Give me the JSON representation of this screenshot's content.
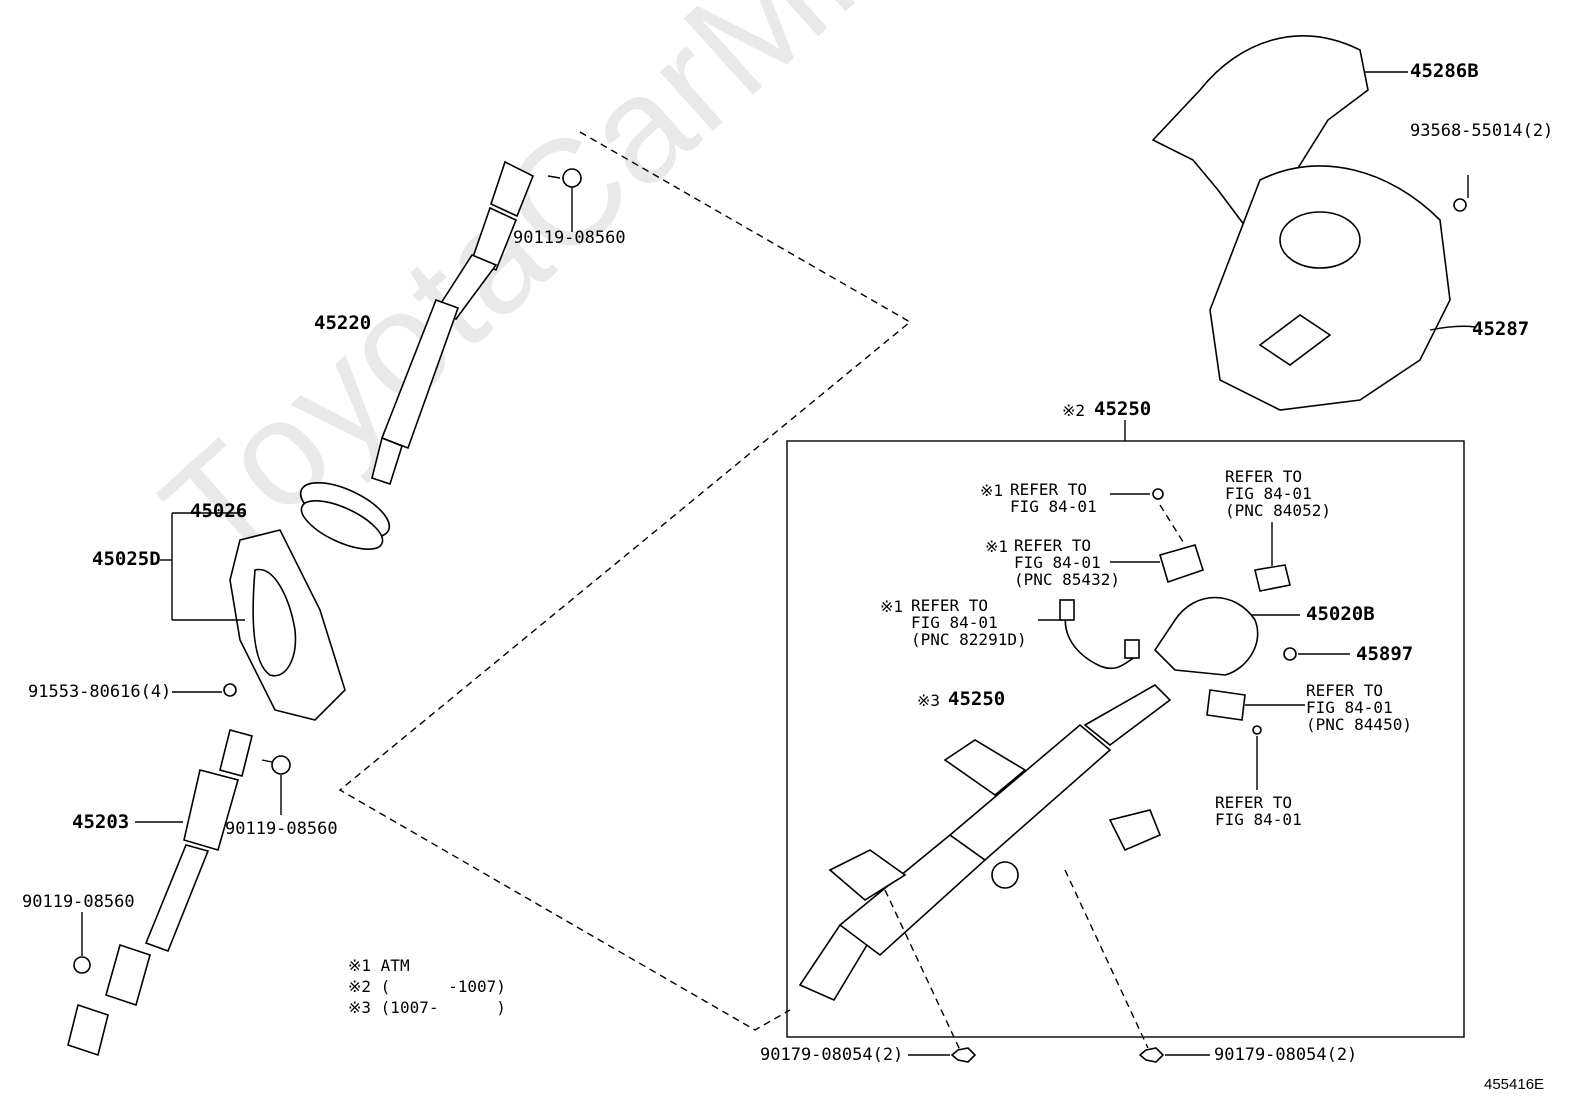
{
  "watermark": "ToyotaCarMine.ru",
  "diagram_id": "455416E",
  "parts": {
    "p45286b": "45286B",
    "p93568": "93568-55014(2)",
    "p45287": "45287",
    "p45220": "45220",
    "p90119a": "90119-08560",
    "p45026": "45026",
    "p45025d": "45025D",
    "p91553": "91553-80616(4)",
    "p45203": "45203",
    "p90119b": "90119-08560",
    "p90119c": "90119-08560",
    "p45250_2": "45250",
    "p45250_3": "45250",
    "p45020b": "45020B",
    "p45897": "45897",
    "p90179a": "90179-08054(2)",
    "p90179b": "90179-08054(2)"
  },
  "marks": {
    "m2": "※2",
    "m3": "※3",
    "m1a": "※1",
    "m1b": "※1",
    "m1c": "※1"
  },
  "references": {
    "r1": "REFER TO\nFIG 84-01",
    "r2": "REFER TO\nFIG 84-01\n(PNC 85432)",
    "r3": "REFER TO\nFIG 84-01\n(PNC 82291D)",
    "r4": "REFER TO\nFIG 84-01\n(PNC 84052)",
    "r5": "REFER TO\nFIG 84-01\n(PNC 84450)",
    "r6": "REFER TO\nFIG 84-01"
  },
  "legend": {
    "l1": "※1 ATM",
    "l2": "※2 (      -1007)",
    "l3": "※3 (1007-      )"
  }
}
